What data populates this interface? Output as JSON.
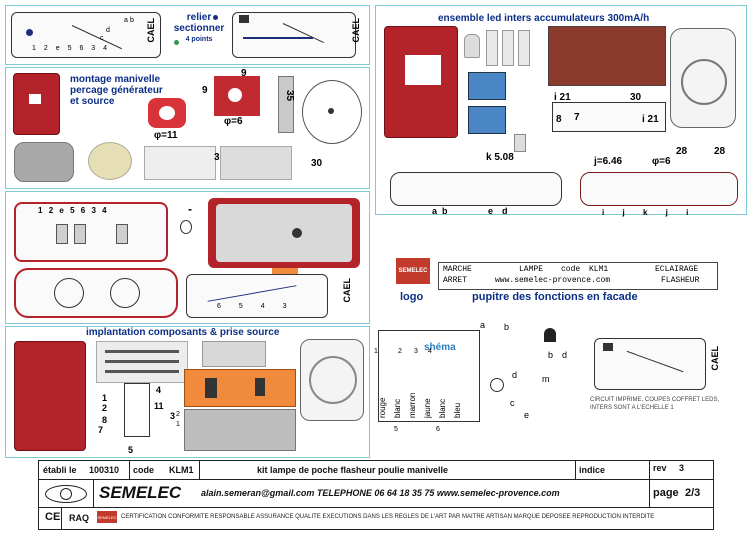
{
  "panels": {
    "top_left": {
      "cael": "CAEL",
      "pins": [
        "1",
        "2",
        "e",
        "5",
        "6",
        "3",
        "4"
      ],
      "labels": [
        "a",
        "b",
        "c",
        "d"
      ]
    },
    "relier": {
      "line1": "relier",
      "line2": "sectionner",
      "line3": "4 points"
    },
    "top_right_cael": "CAEL",
    "montage": {
      "title1": "montage manivelle",
      "title2": "percage générateur",
      "title3": "et source",
      "dims": [
        "9",
        "9",
        "35",
        "30",
        "φ=11",
        "φ=6",
        "3"
      ]
    },
    "ensemble": {
      "title": "ensemble led inters accumulateurs 300mA/h",
      "dims": [
        "i 21",
        "30",
        "8",
        "7",
        "i 21",
        "k 5.08",
        "28",
        "28",
        "j=6.46",
        "φ=6"
      ],
      "row_labels": [
        "a",
        "b",
        "e",
        "d"
      ],
      "ijk": [
        "i",
        "j",
        "k",
        "j",
        "i"
      ]
    },
    "wiring": {
      "pins": [
        "1",
        "2",
        "e",
        "5",
        "6",
        "3",
        "4"
      ],
      "minus": "-",
      "cael": "CAEL",
      "numbers": [
        "6",
        "5",
        "4",
        "3"
      ]
    },
    "implantation": {
      "title": "implantation composants & prise source",
      "labels": [
        "1",
        "2",
        "8",
        "7",
        "5",
        "4",
        "11",
        "3",
        "2",
        "1"
      ]
    },
    "function_box": {
      "marche": "MARCHE",
      "arret": "ARRET",
      "lampe": "LAMPE",
      "code": "code",
      "code_val": "KLM1",
      "eclairage": "ECLAIRAGE",
      "website": "www.semelec-provence.com",
      "flasheur": "FLASHEUR"
    },
    "logo_block": {
      "logo_text": "SEMELEC",
      "logo_caption": "logo",
      "pupitre": "pupitre des fonctions en facade"
    },
    "schema": {
      "title": "shéma",
      "wires": [
        "rouge",
        "blanc",
        "marron",
        "jaune",
        "blanc",
        "bleu"
      ],
      "numbers": [
        "1",
        "2",
        "3",
        "4",
        "5",
        "6"
      ],
      "labels": [
        "a",
        "b",
        "c",
        "d",
        "e",
        "m",
        "b",
        "d"
      ]
    },
    "circuit": {
      "cael": "CAEL",
      "note": "CIRCUIT IMPRIME, COUPES COFFRET LEDS, INTERS SONT A L'ECHELLE 1"
    }
  },
  "title_block": {
    "etabli_label": "établi le",
    "etabli_value": "100310",
    "code_label": "code",
    "code_value": "KLM1",
    "project": "kit lampe de poche flasheur poulie manivelle",
    "indice_label": "indice",
    "rev_label": "rev",
    "rev_value": "3",
    "company": "SEMELEC",
    "contact": "alain.semeran@gmail.com TELEPHONE  06 64 18 35 75 www.semelec-provence.com",
    "page_label": "page",
    "page_value": "2/3",
    "ce": "CE",
    "raq": "RAQ",
    "cert_logo": "SEMELEC",
    "cert_text": "CERTIFICATION CONFORMITE RESPONSABLE ASSURANCE QUALITE  EXECUTIONS DANS LES REGLES DE L'ART PAR MAITRE ARTISAN  MARQUE DEPOSEE  REPRODUCTION INTERDITE"
  },
  "colors": {
    "panel_border": "#7fc9d6",
    "header_blue": "#0b2f86",
    "case_red": "#b4232a",
    "orange": "#f08a3c"
  }
}
